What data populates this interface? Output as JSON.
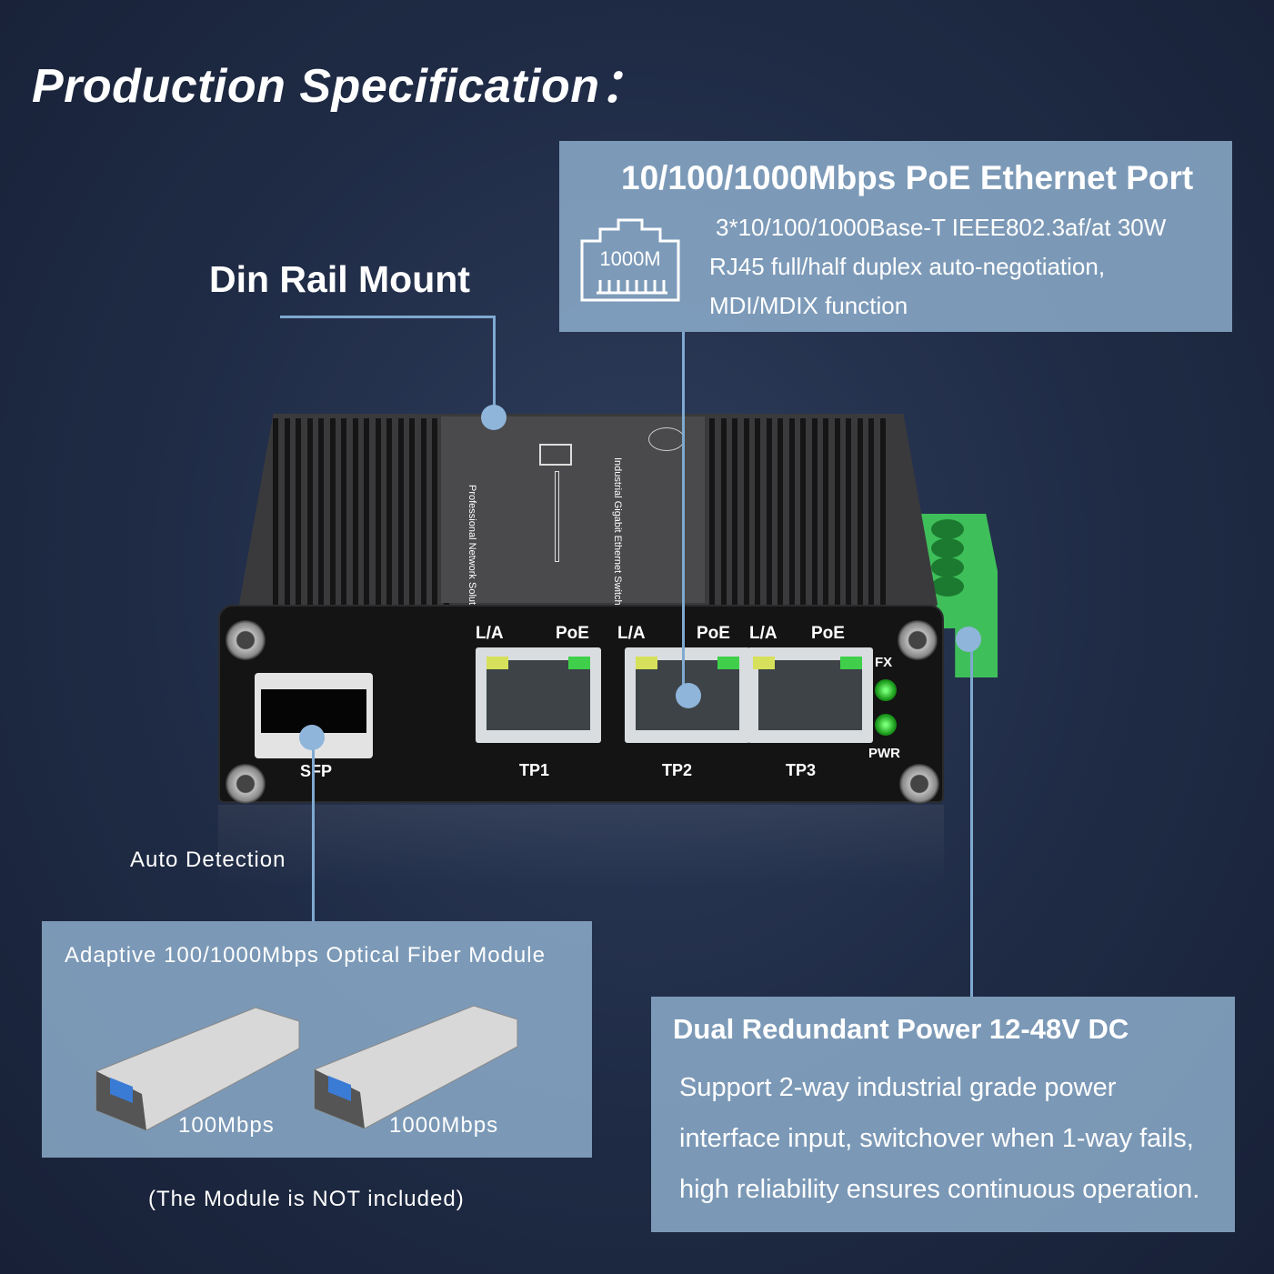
{
  "title": "Production Specification：",
  "ethernet": {
    "heading": "10/100/1000Mbps PoE Ethernet Port",
    "icon": "rj45-port-icon",
    "icon_label": "1000M",
    "lines": [
      "3*10/100/1000Base-T IEEE802.3af/at 30W",
      "RJ45 full/half duplex auto-negotiation,",
      "MDI/MDIX function"
    ]
  },
  "din_rail": "Din Rail Mount",
  "device": {
    "label_1": "Industrial Gigabit Ethernet Switch",
    "label_2": "Professional Network Solution",
    "port_labels": [
      "L/A",
      "PoE",
      "L/A",
      "PoE",
      "L/A",
      "PoE"
    ],
    "ports": [
      "TP1",
      "TP2",
      "TP3"
    ],
    "sfp": "SFP",
    "fx": "FX",
    "pwr": "PWR",
    "led_color": "#22c32a",
    "terminal_color": "#3fbf5a"
  },
  "auto_detection": "Auto Detection",
  "fiber": {
    "heading": "Adaptive 100/1000Mbps Optical Fiber Module",
    "modules": [
      "100Mbps",
      "1000Mbps"
    ],
    "note": "(The Module is NOT included)"
  },
  "power": {
    "heading": "Dual Redundant Power 12-48V DC",
    "lines": [
      "Support 2-way industrial grade power",
      "interface input, switchover when 1-way fails,",
      "high reliability ensures continuous operation."
    ]
  },
  "colors": {
    "background": "#1f2b45",
    "callout_box": "#96b9d7",
    "connector_line": "#7fa9d0"
  }
}
